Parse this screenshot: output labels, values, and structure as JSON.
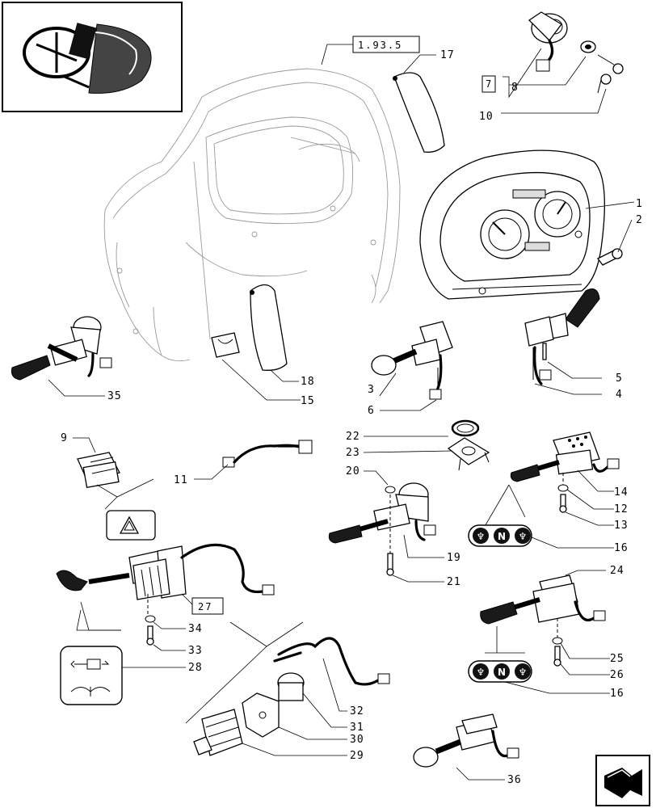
{
  "ref_labels": {
    "cab_ref": "1.93.5",
    "kit_7": "7",
    "kit_27": "27"
  },
  "callouts": {
    "c1": "1",
    "c2": "2",
    "c3": "3",
    "c4": "4",
    "c5": "5",
    "c6": "6",
    "c8": "8",
    "c9": "9",
    "c10": "10",
    "c11": "11",
    "c12": "12",
    "c13": "13",
    "c14": "14",
    "c15": "15",
    "c16a": "16",
    "c16b": "16",
    "c17": "17",
    "c18": "18",
    "c19": "19",
    "c20": "20",
    "c21": "21",
    "c22": "22",
    "c23": "23",
    "c24": "24",
    "c25": "25",
    "c26": "26",
    "c28": "28",
    "c29": "29",
    "c30": "30",
    "c31": "31",
    "c32": "32",
    "c33": "33",
    "c34": "34",
    "c35": "35",
    "c36": "36"
  },
  "shuttle_decal": {
    "left_symbol": "♆",
    "neutral": "N",
    "right_symbol": "♆"
  },
  "icons": {
    "thumbnail": "tractor-steering-wheel-thumbnail",
    "next_page": "next-page-arrow-icon",
    "hazard": "hazard-triangle-icon"
  }
}
